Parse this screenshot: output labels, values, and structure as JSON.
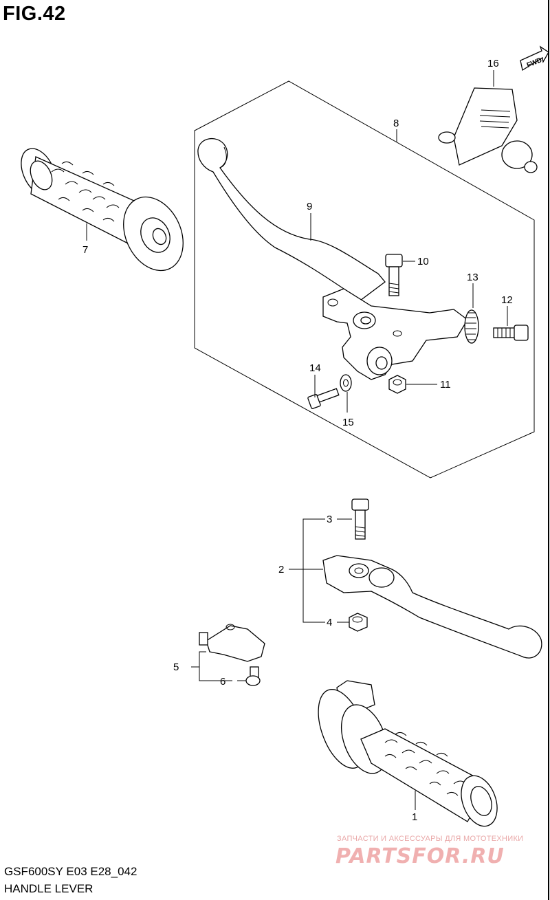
{
  "figure": {
    "title": "FIG.42",
    "model_code": "GSF600SY E03 E28_042",
    "section_name": "HANDLE LEVER",
    "fwd_label": "FWD"
  },
  "callouts": [
    {
      "id": "1",
      "label": "1"
    },
    {
      "id": "2",
      "label": "2"
    },
    {
      "id": "3",
      "label": "3"
    },
    {
      "id": "4",
      "label": "4"
    },
    {
      "id": "5",
      "label": "5"
    },
    {
      "id": "6",
      "label": "6"
    },
    {
      "id": "7",
      "label": "7"
    },
    {
      "id": "8",
      "label": "8"
    },
    {
      "id": "9",
      "label": "9"
    },
    {
      "id": "10",
      "label": "10"
    },
    {
      "id": "11",
      "label": "11"
    },
    {
      "id": "12",
      "label": "12"
    },
    {
      "id": "13",
      "label": "13"
    },
    {
      "id": "14",
      "label": "14"
    },
    {
      "id": "15",
      "label": "15"
    },
    {
      "id": "16",
      "label": "16"
    }
  ],
  "watermark": {
    "line1": "ЗАПЧАСТИ И АКСЕССУАРЫ ДЛЯ МОТОТЕХНИКИ",
    "line2": "PARTSFOR.RU"
  }
}
